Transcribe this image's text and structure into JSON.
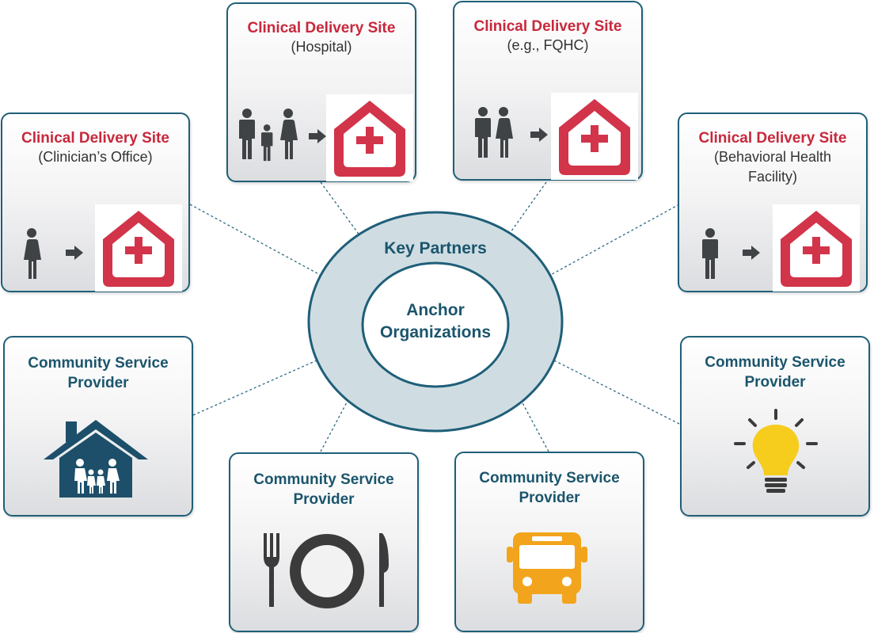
{
  "center": {
    "outer_label": "Key Partners",
    "inner_label_line1": "Anchor",
    "inner_label_line2": "Organizations"
  },
  "clinical_sites": [
    {
      "title": "Clinical Delivery Site",
      "sub_line1": "(Clinician’s Office)",
      "sub_line2": ""
    },
    {
      "title": "Clinical Delivery Site",
      "sub_line1": "(Hospital)",
      "sub_line2": ""
    },
    {
      "title": "Clinical Delivery Site",
      "sub_line1": "(e.g., FQHC)",
      "sub_line2": ""
    },
    {
      "title": "Clinical Delivery Site",
      "sub_line1": "(Behavioral Health",
      "sub_line2": "Facility)"
    }
  ],
  "community_providers": [
    {
      "title_line1": "Community Service",
      "title_line2": "Provider",
      "icon": "house-family-icon"
    },
    {
      "title_line1": "Community Service",
      "title_line2": "Provider",
      "icon": "fork-plate-knife-icon"
    },
    {
      "title_line1": "Community Service",
      "title_line2": "Provider",
      "icon": "bus-icon"
    },
    {
      "title_line1": "Community Service",
      "title_line2": "Provider",
      "icon": "lightbulb-icon"
    }
  ],
  "colors": {
    "clinical_title": "#c8283c",
    "community_title": "#1b556c",
    "card_border": "#1f5f78",
    "ring_fill": "#cfdde3",
    "hospital_red": "#d2344a",
    "person_gray": "#3f4346",
    "house_blue": "#1d4f6b",
    "bus_orange": "#f2a51c",
    "bulb_yellow": "#f6cd1d",
    "utensil_dark": "#3b3b3b"
  }
}
